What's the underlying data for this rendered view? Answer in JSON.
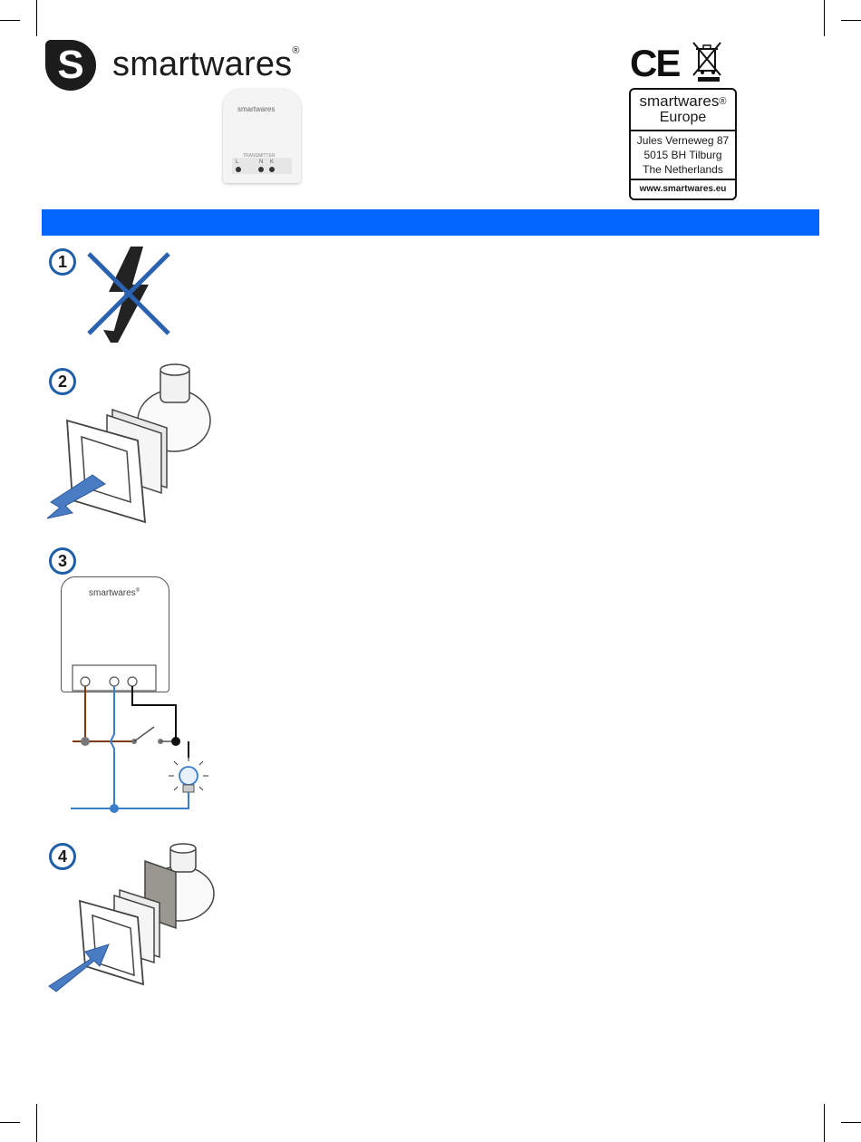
{
  "brand": {
    "name": "smartwares",
    "mark": "S",
    "reg": "®"
  },
  "product": {
    "brand": "smartwares",
    "label": "TRANSMITTER",
    "terminals": [
      "L",
      "N",
      "K"
    ]
  },
  "certifications": {
    "ce": "CE"
  },
  "address": {
    "brand": "smartwares",
    "reg": "®",
    "region": "Europe",
    "lines": [
      "Jules Verneweg 87",
      "5015 BH Tilburg",
      "The Netherlands"
    ],
    "website": "www.smartwares.eu"
  },
  "steps": [
    {
      "number": "1"
    },
    {
      "number": "2"
    },
    {
      "number": "3",
      "device_brand": "smartwares",
      "device_reg": "®"
    },
    {
      "number": "4"
    }
  ],
  "colors": {
    "accent_bar": "#0066ff",
    "step_ring": "#1f5fa8",
    "neutral_wire": "#3a7dc9",
    "live_wire": "#7a3b12",
    "arrow": "#4a7cc4"
  }
}
